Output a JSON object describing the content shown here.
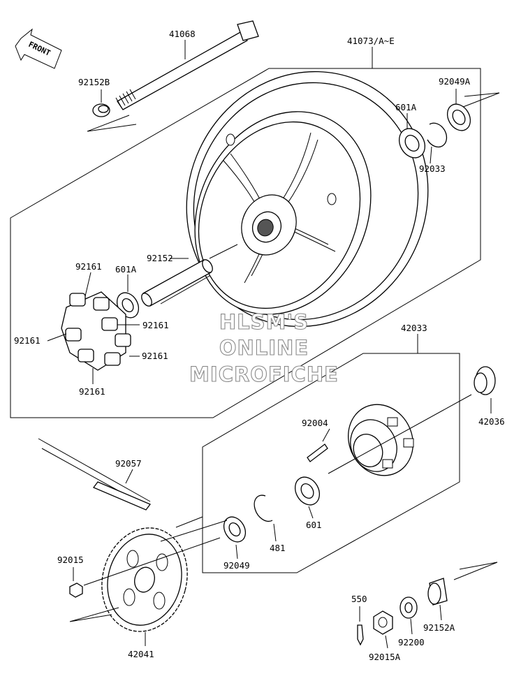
{
  "front_marker": "FRONT",
  "parts": {
    "p41068": "41068",
    "p92152B": "92152B",
    "p41073": "41073/A~E",
    "p92049A": "92049A",
    "p601A_top": "601A",
    "p92033": "92033",
    "p92152": "92152",
    "p92161_top": "92161",
    "p601A_left": "601A",
    "p92161_mid": "92161",
    "p92161_left": "92161",
    "p92161_right": "92161",
    "p92161_bottom": "92161",
    "p42033": "42033",
    "p92004": "92004",
    "p42036": "42036",
    "p92057": "92057",
    "p601": "601",
    "p481": "481",
    "p92049": "92049",
    "p92015": "92015",
    "p42041": "42041",
    "p550": "550",
    "p92015A": "92015A",
    "p92200": "92200",
    "p92152A": "92152A"
  },
  "watermark": {
    "line1": "HLSM'S",
    "line2": "ONLINE",
    "line3": "MICROFICHE"
  },
  "colors": {
    "line": "#000000",
    "background": "#ffffff",
    "watermark_outline": "#8a8a8a"
  }
}
